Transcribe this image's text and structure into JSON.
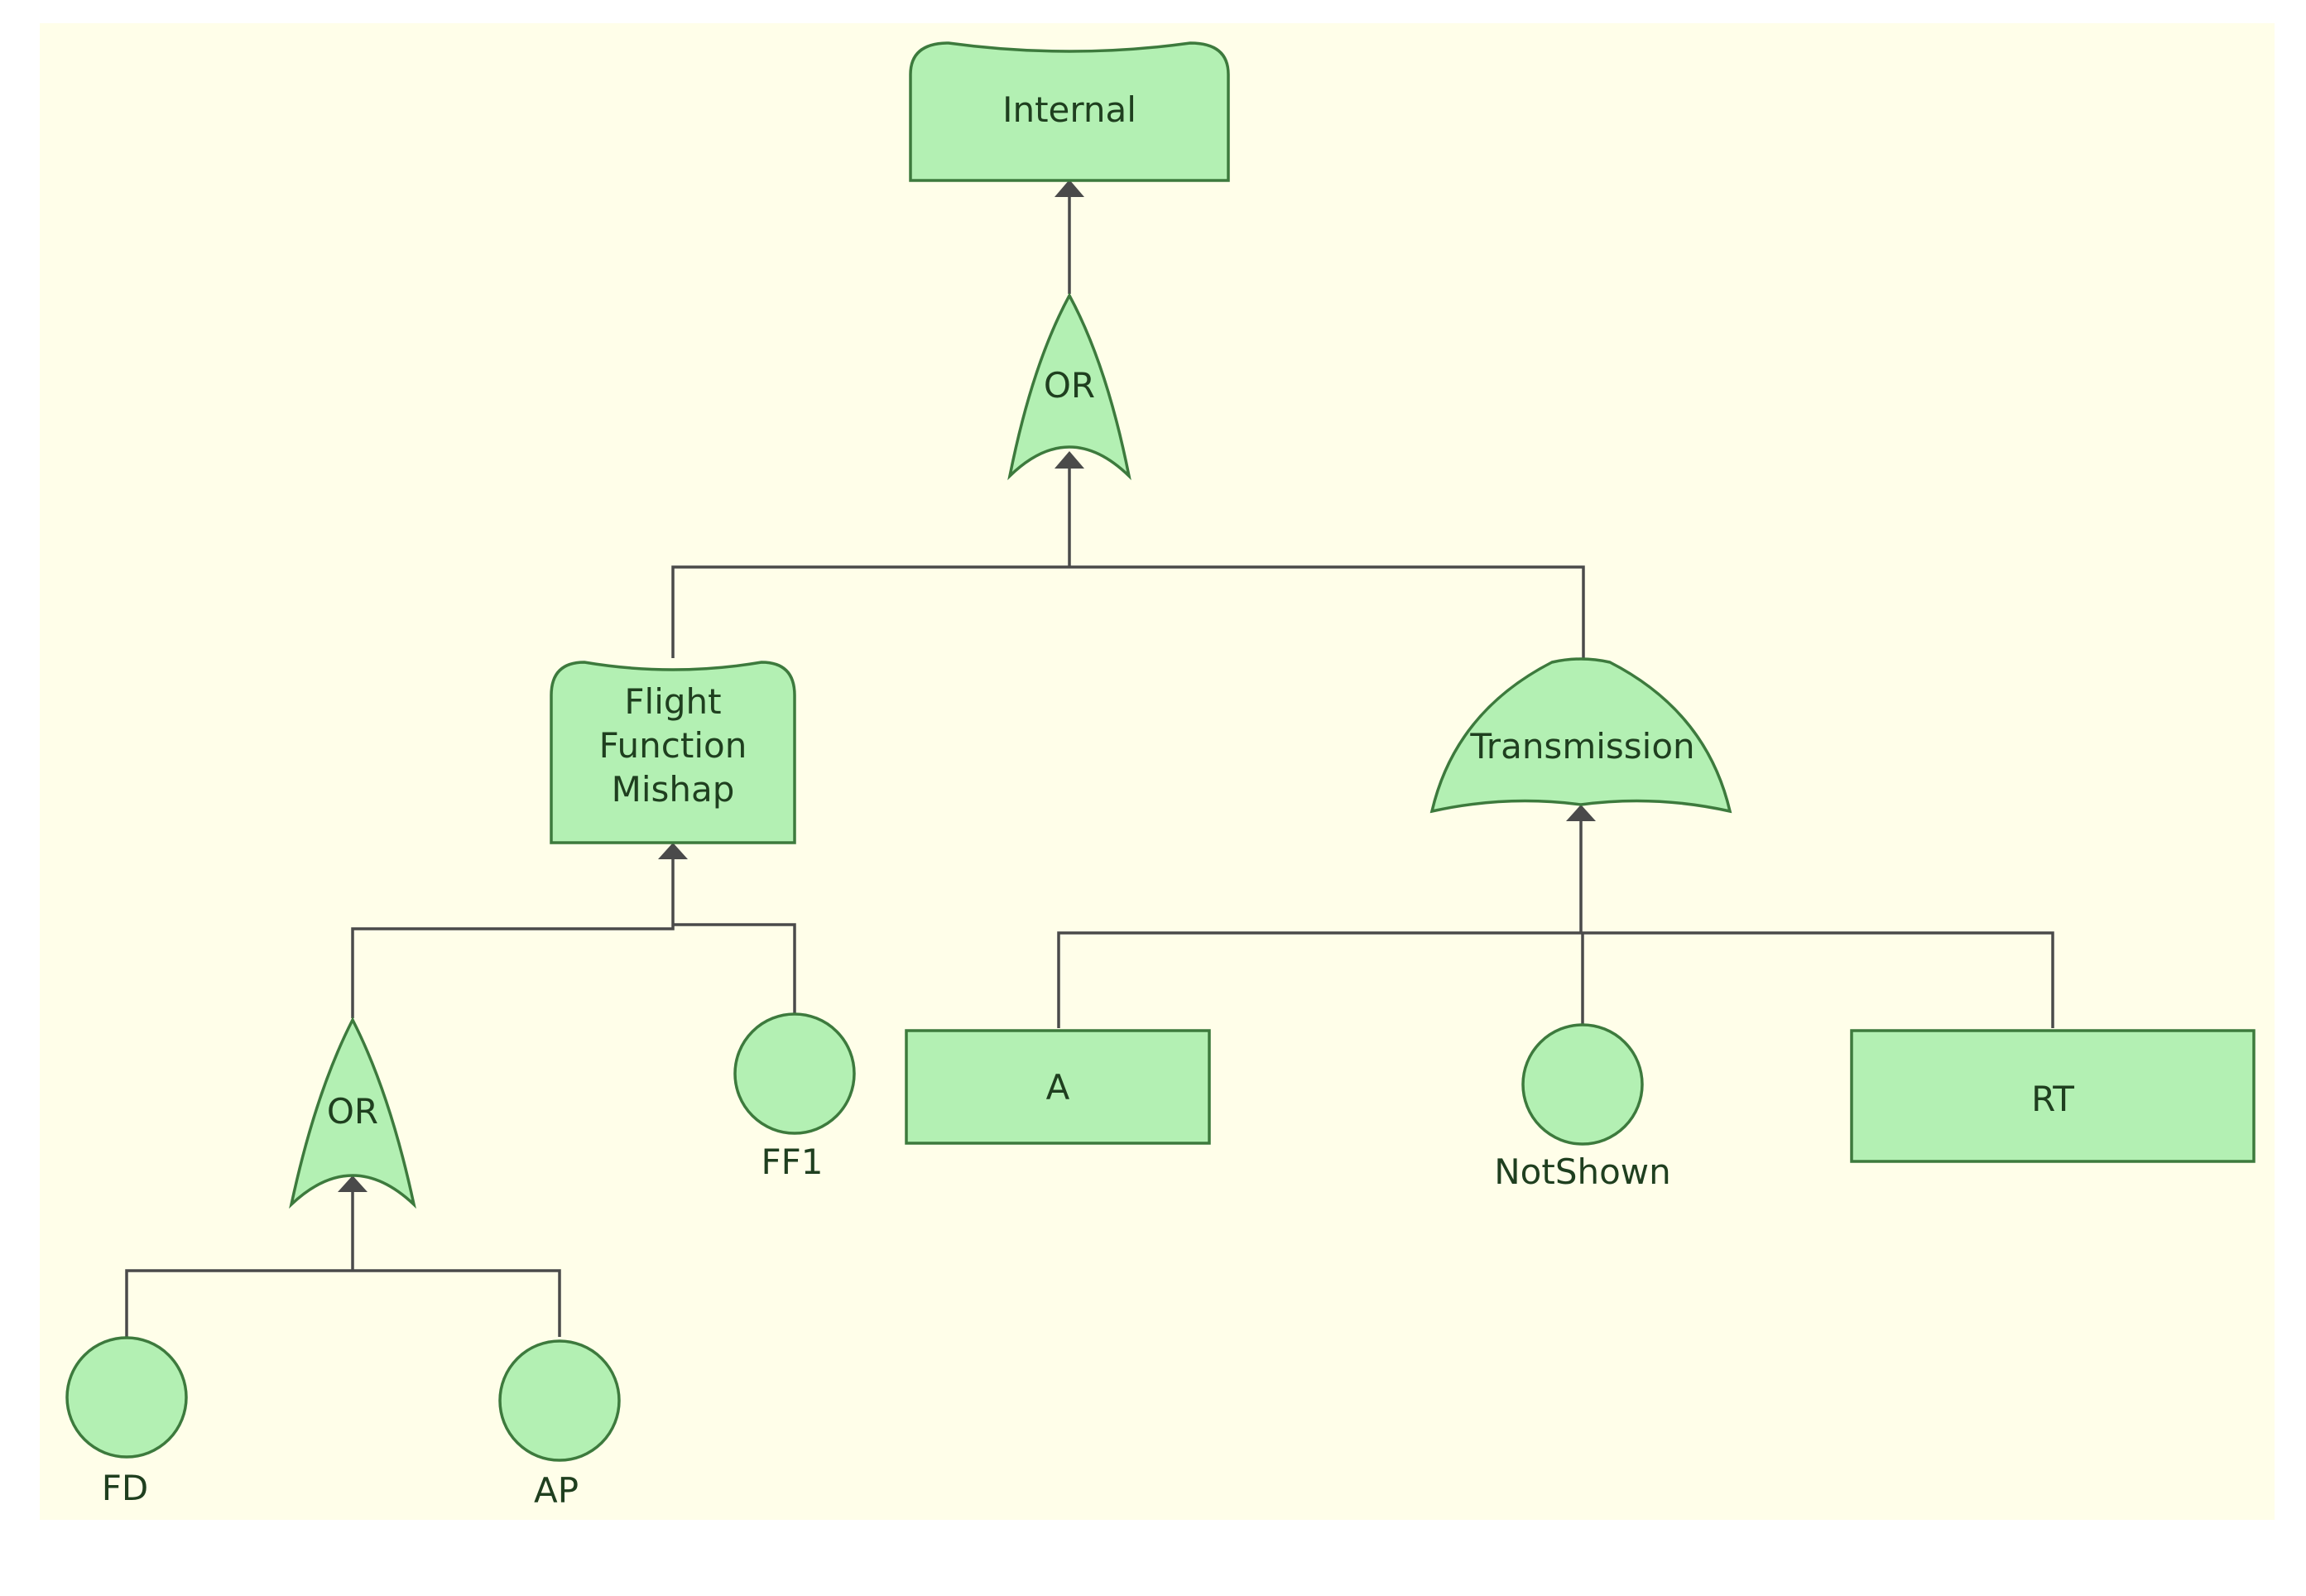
{
  "diagram": {
    "background_color": "#fffee9",
    "node_fill": "#b3f0b3",
    "node_stroke": "#3d7a3d",
    "edge_color": "#4a4a4a",
    "nodes": {
      "internal": {
        "label": "Internal",
        "kind": "top-event"
      },
      "or_top": {
        "label": "OR",
        "kind": "or-gate"
      },
      "flight_function_mishap": {
        "lines": [
          "Flight",
          "Function",
          "Mishap"
        ],
        "kind": "intermediate-event"
      },
      "transmission": {
        "label": "Transmission",
        "kind": "and-gate"
      },
      "or_lower": {
        "label": "OR",
        "kind": "or-gate"
      },
      "ff1": {
        "label": "FF1",
        "kind": "basic-event"
      },
      "a": {
        "label": "A",
        "kind": "event-box"
      },
      "notshown": {
        "label": "NotShown",
        "kind": "basic-event"
      },
      "rt": {
        "label": "RT",
        "kind": "event-box"
      },
      "fd": {
        "label": "FD",
        "kind": "basic-event"
      },
      "ap": {
        "label": "AP",
        "kind": "basic-event"
      }
    },
    "edges": [
      {
        "from": "or_top",
        "to": "internal"
      },
      {
        "from": "flight_function_mishap",
        "to": "or_top"
      },
      {
        "from": "transmission",
        "to": "or_top"
      },
      {
        "from": "or_lower",
        "to": "flight_function_mishap"
      },
      {
        "from": "ff1",
        "to": "flight_function_mishap"
      },
      {
        "from": "a",
        "to": "transmission"
      },
      {
        "from": "notshown",
        "to": "transmission"
      },
      {
        "from": "rt",
        "to": "transmission"
      },
      {
        "from": "fd",
        "to": "or_lower"
      },
      {
        "from": "ap",
        "to": "or_lower"
      }
    ]
  }
}
